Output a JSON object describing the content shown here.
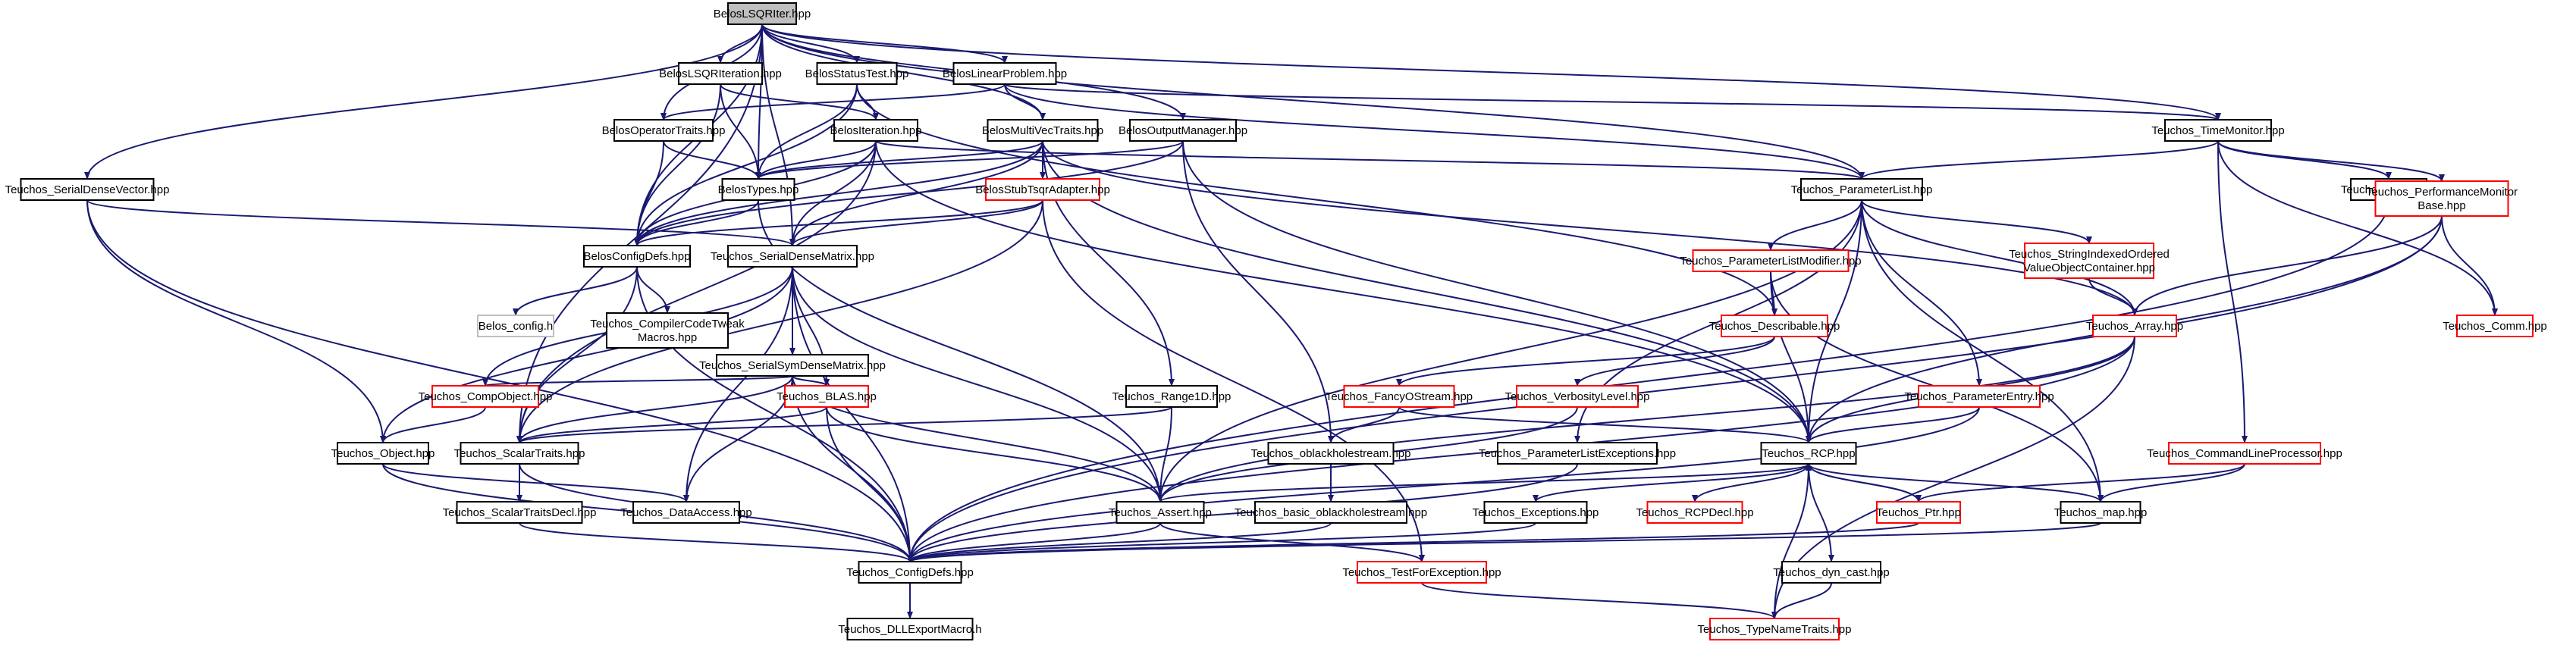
{
  "colors": {
    "edge": "#191970",
    "root_fill": "#bfbfbf",
    "node_fill": "#ffffff",
    "border_black": "#000000",
    "border_red": "#ff0000",
    "border_grey": "#bfbfbf"
  },
  "nodes": [
    {
      "id": "root",
      "lines": [
        "BelosLSQRIter.hpp"
      ],
      "style": "root"
    },
    {
      "id": "lsqrIteration",
      "lines": [
        "BelosLSQRIteration.hpp"
      ],
      "style": "normal"
    },
    {
      "id": "statusTest",
      "lines": [
        "BelosStatusTest.hpp"
      ],
      "style": "normal"
    },
    {
      "id": "linearProblem",
      "lines": [
        "BelosLinearProblem.hpp"
      ],
      "style": "normal"
    },
    {
      "id": "opTraits",
      "lines": [
        "BelosOperatorTraits.hpp"
      ],
      "style": "normal"
    },
    {
      "id": "iteration",
      "lines": [
        "BelosIteration.hpp"
      ],
      "style": "normal"
    },
    {
      "id": "mvTraits",
      "lines": [
        "BelosMultiVecTraits.hpp"
      ],
      "style": "normal"
    },
    {
      "id": "outputMgr",
      "lines": [
        "BelosOutputManager.hpp"
      ],
      "style": "normal"
    },
    {
      "id": "timeMonitor",
      "lines": [
        "Teuchos_TimeMonitor.hpp"
      ],
      "style": "normal"
    },
    {
      "id": "serialDenseVector",
      "lines": [
        "Teuchos_SerialDenseVector.hpp"
      ],
      "style": "normal"
    },
    {
      "id": "belosTypes",
      "lines": [
        "BelosTypes.hpp"
      ],
      "style": "normal"
    },
    {
      "id": "stubTsqr",
      "lines": [
        "BelosStubTsqrAdapter.hpp"
      ],
      "style": "red"
    },
    {
      "id": "paramList",
      "lines": [
        "Teuchos_ParameterList.hpp"
      ],
      "style": "normal"
    },
    {
      "id": "time",
      "lines": [
        "Teuchos_Time.hpp"
      ],
      "style": "normal"
    },
    {
      "id": "perfMonitor",
      "lines": [
        "Teuchos_PerformanceMonitor",
        "Base.hpp"
      ],
      "style": "red"
    },
    {
      "id": "configDefs",
      "lines": [
        "BelosConfigDefs.hpp"
      ],
      "style": "normal"
    },
    {
      "id": "serialDenseMatrix",
      "lines": [
        "Teuchos_SerialDenseMatrix.hpp"
      ],
      "style": "normal"
    },
    {
      "id": "plModifier",
      "lines": [
        "Teuchos_ParameterListModifier.hpp"
      ],
      "style": "red"
    },
    {
      "id": "stringIndexed",
      "lines": [
        "Teuchos_StringIndexedOrdered",
        "ValueObjectContainer.hpp"
      ],
      "style": "red"
    },
    {
      "id": "belosConfig",
      "lines": [
        "Belos_config.h"
      ],
      "style": "grey"
    },
    {
      "id": "compilerTweak",
      "lines": [
        "Teuchos_CompilerCodeTweak",
        "Macros.hpp"
      ],
      "style": "normal"
    },
    {
      "id": "array",
      "lines": [
        "Teuchos_Array.hpp"
      ],
      "style": "red"
    },
    {
      "id": "comm",
      "lines": [
        "Teuchos_Comm.hpp"
      ],
      "style": "red"
    },
    {
      "id": "describable",
      "lines": [
        "Teuchos_Describable.hpp"
      ],
      "style": "red"
    },
    {
      "id": "serialSym",
      "lines": [
        "Teuchos_SerialSymDenseMatrix.hpp"
      ],
      "style": "normal"
    },
    {
      "id": "compObject",
      "lines": [
        "Teuchos_CompObject.hpp"
      ],
      "style": "red"
    },
    {
      "id": "blas",
      "lines": [
        "Teuchos_BLAS.hpp"
      ],
      "style": "red"
    },
    {
      "id": "fancyOStream",
      "lines": [
        "Teuchos_FancyOStream.hpp"
      ],
      "style": "red"
    },
    {
      "id": "verbosity",
      "lines": [
        "Teuchos_VerbosityLevel.hpp"
      ],
      "style": "red"
    },
    {
      "id": "range1D",
      "lines": [
        "Teuchos_Range1D.hpp"
      ],
      "style": "normal"
    },
    {
      "id": "paramEntry",
      "lines": [
        "Teuchos_ParameterEntry.hpp"
      ],
      "style": "red"
    },
    {
      "id": "object",
      "lines": [
        "Teuchos_Object.hpp"
      ],
      "style": "normal"
    },
    {
      "id": "scalarTraits",
      "lines": [
        "Teuchos_ScalarTraits.hpp"
      ],
      "style": "normal"
    },
    {
      "id": "oblackhole",
      "lines": [
        "Teuchos_oblackholestream.hpp"
      ],
      "style": "normal"
    },
    {
      "id": "plExceptions",
      "lines": [
        "Teuchos_ParameterListExceptions.hpp"
      ],
      "style": "normal"
    },
    {
      "id": "rcp",
      "lines": [
        "Teuchos_RCP.hpp"
      ],
      "style": "normal"
    },
    {
      "id": "cmdLine",
      "lines": [
        "Teuchos_CommandLineProcessor.hpp"
      ],
      "style": "red"
    },
    {
      "id": "scalarTraitsDecl",
      "lines": [
        "Teuchos_ScalarTraitsDecl.hpp"
      ],
      "style": "normal"
    },
    {
      "id": "dataAccess",
      "lines": [
        "Teuchos_DataAccess.hpp"
      ],
      "style": "normal"
    },
    {
      "id": "assert",
      "lines": [
        "Teuchos_Assert.hpp"
      ],
      "style": "normal"
    },
    {
      "id": "basicOblackhole",
      "lines": [
        "Teuchos_basic_oblackholestream.hpp"
      ],
      "style": "normal"
    },
    {
      "id": "exceptions",
      "lines": [
        "Teuchos_Exceptions.hpp"
      ],
      "style": "normal"
    },
    {
      "id": "rcpDecl",
      "lines": [
        "Teuchos_RCPDecl.hpp"
      ],
      "style": "red"
    },
    {
      "id": "ptr",
      "lines": [
        "Teuchos_Ptr.hpp"
      ],
      "style": "red"
    },
    {
      "id": "map",
      "lines": [
        "Teuchos_map.hpp"
      ],
      "style": "normal"
    },
    {
      "id": "teuchosConfig",
      "lines": [
        "Teuchos_ConfigDefs.hpp"
      ],
      "style": "normal"
    },
    {
      "id": "testForException",
      "lines": [
        "Teuchos_TestForException.hpp"
      ],
      "style": "red"
    },
    {
      "id": "dynCast",
      "lines": [
        "Teuchos_dyn_cast.hpp"
      ],
      "style": "normal"
    },
    {
      "id": "dllExport",
      "lines": [
        "Teuchos_DLLExportMacro.h"
      ],
      "style": "normal"
    },
    {
      "id": "typeNameTraits",
      "lines": [
        "Teuchos_TypeNameTraits.hpp"
      ],
      "style": "red"
    }
  ],
  "edges": [
    [
      "root",
      "lsqrIteration"
    ],
    [
      "root",
      "statusTest"
    ],
    [
      "root",
      "linearProblem"
    ],
    [
      "root",
      "opTraits"
    ],
    [
      "root",
      "mvTraits"
    ],
    [
      "root",
      "outputMgr"
    ],
    [
      "root",
      "timeMonitor"
    ],
    [
      "root",
      "serialDenseVector"
    ],
    [
      "root",
      "belosTypes"
    ],
    [
      "root",
      "configDefs"
    ],
    [
      "root",
      "paramList"
    ],
    [
      "root",
      "scalarTraits"
    ],
    [
      "root",
      "serialDenseMatrix"
    ],
    [
      "lsqrIteration",
      "iteration"
    ],
    [
      "lsqrIteration",
      "belosTypes"
    ],
    [
      "lsqrIteration",
      "configDefs"
    ],
    [
      "statusTest",
      "iteration"
    ],
    [
      "statusTest",
      "belosTypes"
    ],
    [
      "statusTest",
      "configDefs"
    ],
    [
      "statusTest",
      "describable"
    ],
    [
      "linearProblem",
      "mvTraits"
    ],
    [
      "linearProblem",
      "opTraits"
    ],
    [
      "linearProblem",
      "timeMonitor"
    ],
    [
      "linearProblem",
      "paramList"
    ],
    [
      "opTraits",
      "belosTypes"
    ],
    [
      "opTraits",
      "configDefs"
    ],
    [
      "iteration",
      "belosTypes"
    ],
    [
      "iteration",
      "configDefs"
    ],
    [
      "iteration",
      "paramList"
    ],
    [
      "iteration",
      "rcp"
    ],
    [
      "iteration",
      "scalarTraits"
    ],
    [
      "iteration",
      "serialDenseMatrix"
    ],
    [
      "mvTraits",
      "stubTsqr"
    ],
    [
      "mvTraits",
      "belosTypes"
    ],
    [
      "mvTraits",
      "configDefs"
    ],
    [
      "mvTraits",
      "range1D"
    ],
    [
      "mvTraits",
      "serialDenseMatrix"
    ],
    [
      "mvTraits",
      "rcp"
    ],
    [
      "mvTraits",
      "array"
    ],
    [
      "outputMgr",
      "belosTypes"
    ],
    [
      "outputMgr",
      "configDefs"
    ],
    [
      "outputMgr",
      "oblackhole"
    ],
    [
      "outputMgr",
      "rcp"
    ],
    [
      "timeMonitor",
      "paramList"
    ],
    [
      "timeMonitor",
      "time"
    ],
    [
      "timeMonitor",
      "perfMonitor"
    ],
    [
      "timeMonitor",
      "cmdLine"
    ],
    [
      "timeMonitor",
      "comm"
    ],
    [
      "serialDenseVector",
      "object"
    ],
    [
      "serialDenseVector",
      "serialDenseMatrix"
    ],
    [
      "serialDenseVector",
      "teuchosConfig"
    ],
    [
      "belosTypes",
      "configDefs"
    ],
    [
      "belosTypes",
      "assert"
    ],
    [
      "stubTsqr",
      "configDefs"
    ],
    [
      "stubTsqr",
      "serialDenseMatrix"
    ],
    [
      "stubTsqr",
      "scalarTraits"
    ],
    [
      "stubTsqr",
      "testForException"
    ],
    [
      "paramList",
      "plModifier"
    ],
    [
      "paramList",
      "stringIndexed"
    ],
    [
      "paramList",
      "array"
    ],
    [
      "paramList",
      "paramEntry"
    ],
    [
      "paramList",
      "rcp"
    ],
    [
      "paramList",
      "plExceptions"
    ],
    [
      "paramList",
      "map"
    ],
    [
      "paramList",
      "assert"
    ],
    [
      "time",
      "teuchosConfig"
    ],
    [
      "perfMonitor",
      "array"
    ],
    [
      "perfMonitor",
      "comm"
    ],
    [
      "perfMonitor",
      "rcp"
    ],
    [
      "perfMonitor",
      "teuchosConfig"
    ],
    [
      "configDefs",
      "belosConfig"
    ],
    [
      "configDefs",
      "compilerTweak"
    ],
    [
      "configDefs",
      "teuchosConfig"
    ],
    [
      "configDefs",
      "scalarTraits"
    ],
    [
      "serialDenseMatrix",
      "serialSym"
    ],
    [
      "serialDenseMatrix",
      "compObject"
    ],
    [
      "serialDenseMatrix",
      "blas"
    ],
    [
      "serialDenseMatrix",
      "dataAccess"
    ],
    [
      "serialDenseMatrix",
      "assert"
    ],
    [
      "serialDenseMatrix",
      "teuchosConfig"
    ],
    [
      "serialDenseMatrix",
      "object"
    ],
    [
      "plModifier",
      "describable"
    ],
    [
      "plModifier",
      "rcp"
    ],
    [
      "plModifier",
      "map"
    ],
    [
      "stringIndexed",
      "array"
    ],
    [
      "array",
      "rcp"
    ],
    [
      "array",
      "assert"
    ],
    [
      "array",
      "typeNameTraits"
    ],
    [
      "array",
      "teuchosConfig"
    ],
    [
      "describable",
      "fancyOStream"
    ],
    [
      "describable",
      "verbosity"
    ],
    [
      "serialSym",
      "compObject"
    ],
    [
      "serialSym",
      "blas"
    ],
    [
      "serialSym",
      "scalarTraits"
    ],
    [
      "serialSym",
      "dataAccess"
    ],
    [
      "serialSym",
      "assert"
    ],
    [
      "serialSym",
      "teuchosConfig"
    ],
    [
      "compObject",
      "object"
    ],
    [
      "blas",
      "scalarTraits"
    ],
    [
      "blas",
      "assert"
    ],
    [
      "blas",
      "teuchosConfig"
    ],
    [
      "fancyOStream",
      "oblackhole"
    ],
    [
      "fancyOStream",
      "rcp"
    ],
    [
      "verbosity",
      "assert"
    ],
    [
      "range1D",
      "assert"
    ],
    [
      "range1D",
      "scalarTraits"
    ],
    [
      "paramEntry",
      "rcp"
    ],
    [
      "paramEntry",
      "teuchosConfig"
    ],
    [
      "object",
      "teuchosConfig"
    ],
    [
      "object",
      "dataAccess"
    ],
    [
      "scalarTraits",
      "scalarTraitsDecl"
    ],
    [
      "scalarTraits",
      "teuchosConfig"
    ],
    [
      "oblackhole",
      "basicOblackhole"
    ],
    [
      "plExceptions",
      "teuchosConfig"
    ],
    [
      "rcp",
      "rcpDecl"
    ],
    [
      "rcp",
      "ptr"
    ],
    [
      "rcp",
      "map"
    ],
    [
      "rcp",
      "exceptions"
    ],
    [
      "rcp",
      "assert"
    ],
    [
      "rcp",
      "dynCast"
    ],
    [
      "rcp",
      "typeNameTraits"
    ],
    [
      "cmdLine",
      "ptr"
    ],
    [
      "cmdLine",
      "map"
    ],
    [
      "scalarTraitsDecl",
      "teuchosConfig"
    ],
    [
      "assert",
      "teuchosConfig"
    ],
    [
      "assert",
      "testForException"
    ],
    [
      "basicOblackhole",
      "teuchosConfig"
    ],
    [
      "exceptions",
      "teuchosConfig"
    ],
    [
      "ptr",
      "rcp"
    ],
    [
      "ptr",
      "teuchosConfig"
    ],
    [
      "map",
      "teuchosConfig"
    ],
    [
      "teuchosConfig",
      "dllExport"
    ],
    [
      "testForException",
      "typeNameTraits"
    ],
    [
      "dynCast",
      "typeNameTraits"
    ]
  ]
}
